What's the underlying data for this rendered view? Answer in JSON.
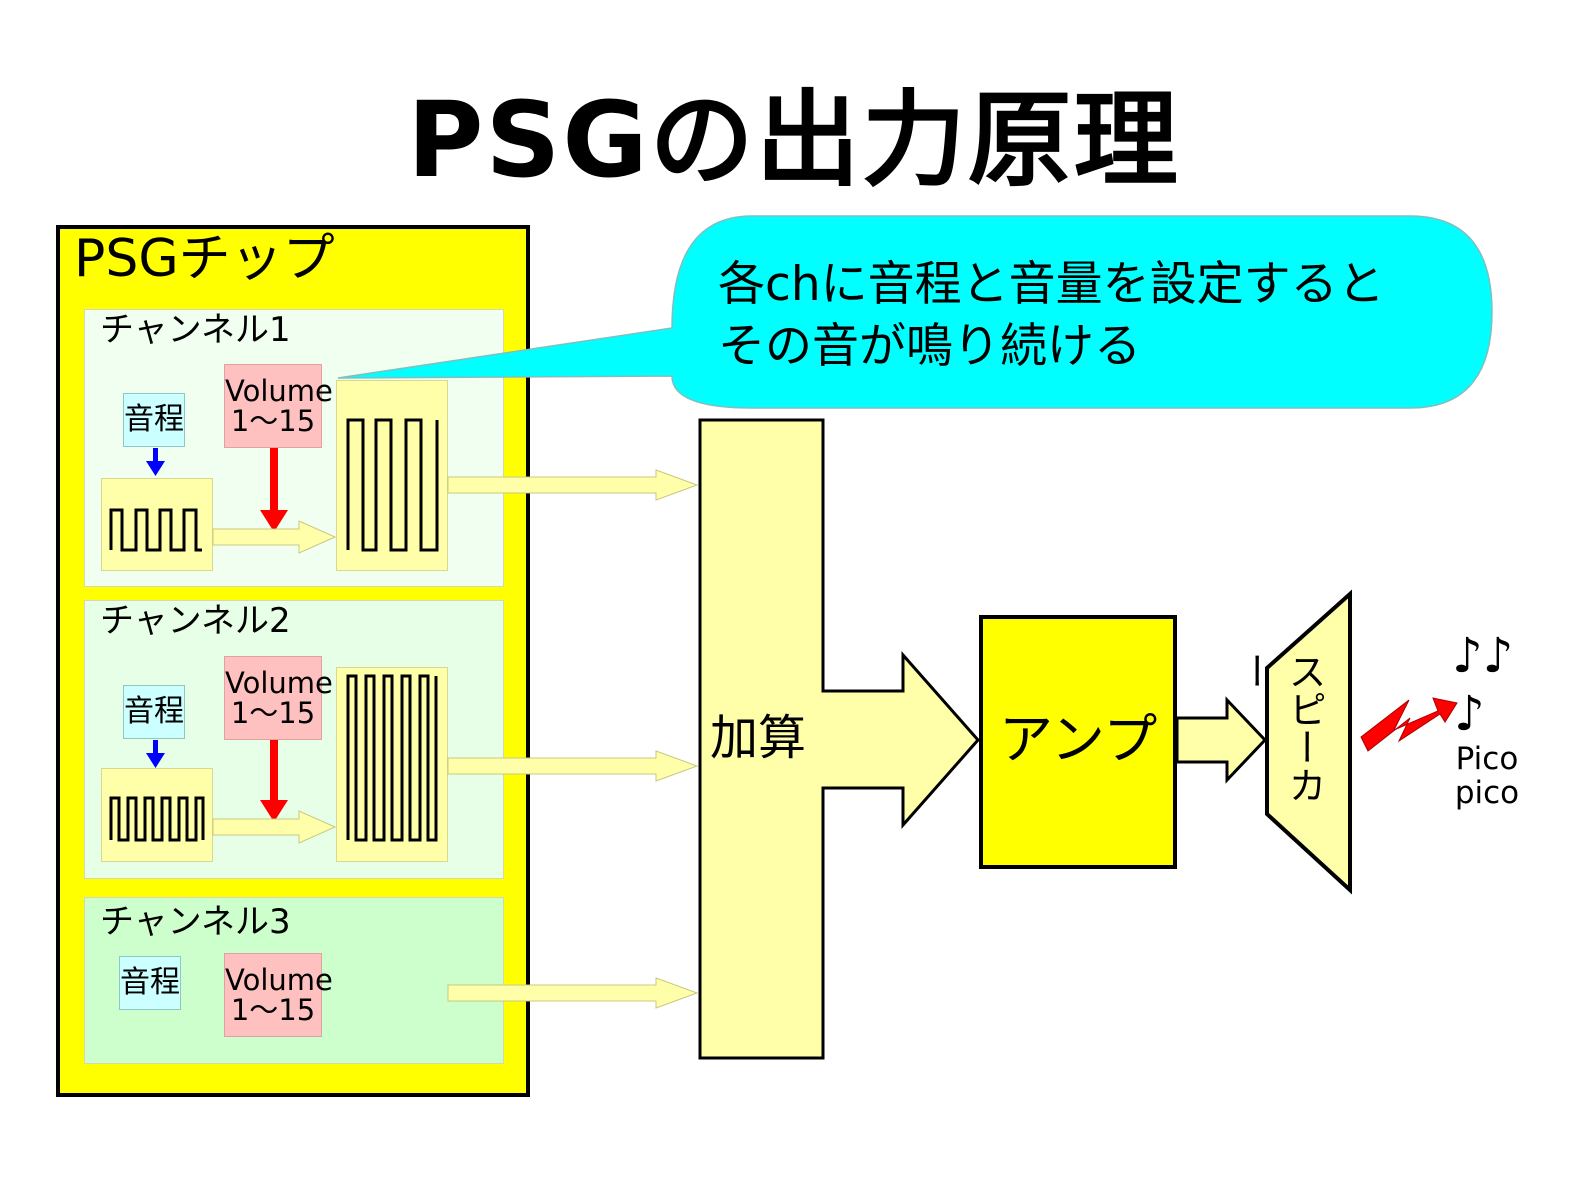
{
  "title": "PSGの出力原理",
  "chip": {
    "label": "PSGチップ"
  },
  "channels": [
    {
      "label": "チャンネル1",
      "pitch_label": "音程",
      "volume_line1": "Volume",
      "volume_line2": "1〜15"
    },
    {
      "label": "チャンネル2",
      "pitch_label": "音程",
      "volume_line1": "Volume",
      "volume_line2": "1〜15"
    },
    {
      "label": "チャンネル3",
      "pitch_label": "音程",
      "volume_line1": "Volume",
      "volume_line2": "1〜15"
    }
  ],
  "callout": {
    "line1": "各chに音程と音量を設定すると",
    "line2": "その音が鳴り続ける"
  },
  "adder": {
    "label": "加算"
  },
  "amp": {
    "label": "アンプ"
  },
  "speaker": {
    "label": "スピーカー"
  },
  "sound": {
    "notes": "♪♪",
    "note_single": "♪",
    "line1": "Pico",
    "line2": "pico"
  },
  "colors": {
    "chip": "#ffff00",
    "callout": "#00ffff",
    "adder": "#ffffaa",
    "amp": "#ffff00",
    "volume_arrow": "#ff0000",
    "pitch_arrow": "#0000ff"
  }
}
